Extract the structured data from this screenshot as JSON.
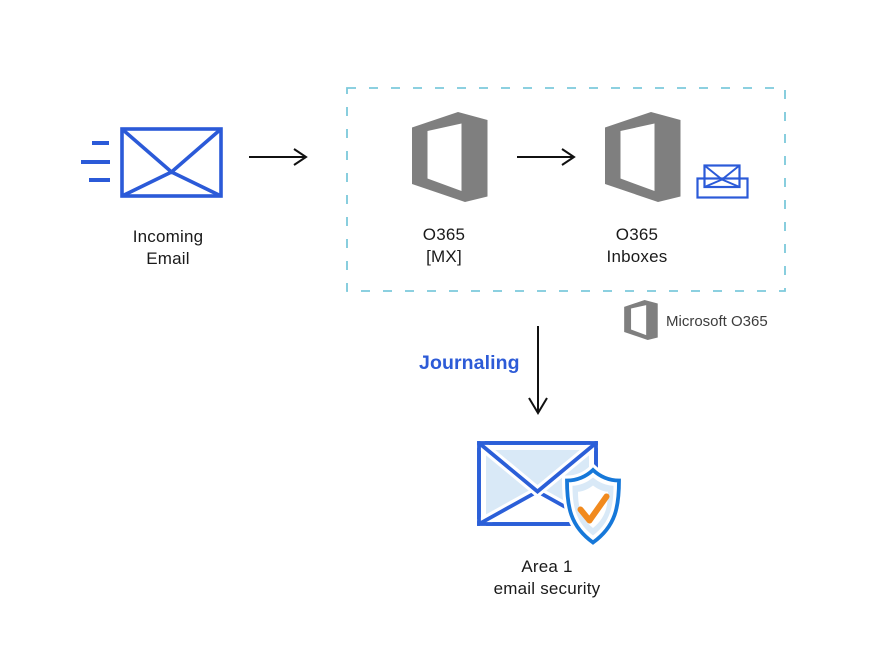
{
  "nodes": {
    "incoming": {
      "label": [
        "Incoming",
        "Email"
      ],
      "icon": "incoming-email-envelope-icon"
    },
    "o365_mx": {
      "label": [
        "O365",
        "[MX]"
      ],
      "icon": "microsoft-office-icon"
    },
    "o365_inboxes": {
      "label": [
        "O365",
        "Inboxes"
      ],
      "icon": "microsoft-office-icon",
      "badge": "inbox-tray-envelope-icon"
    },
    "area1": {
      "label": [
        "Area 1",
        "email security"
      ],
      "icon": "envelope-shield-check-icon"
    }
  },
  "flow": {
    "journaling_label": "Journaling"
  },
  "legend": {
    "icon": "microsoft-office-icon",
    "label": "Microsoft O365"
  },
  "colors": {
    "envelope_blue": "#2B5AD8",
    "area1_envelope_blue": "#2B5FD8",
    "shield_blue": "#1678D9",
    "light_fill_blue": "#D9E9F7",
    "check_orange": "#F18A1E",
    "office_gray": "#7F7F7F",
    "dashed_border_teal": "#7CC9DB",
    "journaling_text_blue": "#2D5BD7",
    "arrow_black": "#111111",
    "label_black": "#1A1A1A",
    "legend_text_gray": "#3D3D3D"
  }
}
